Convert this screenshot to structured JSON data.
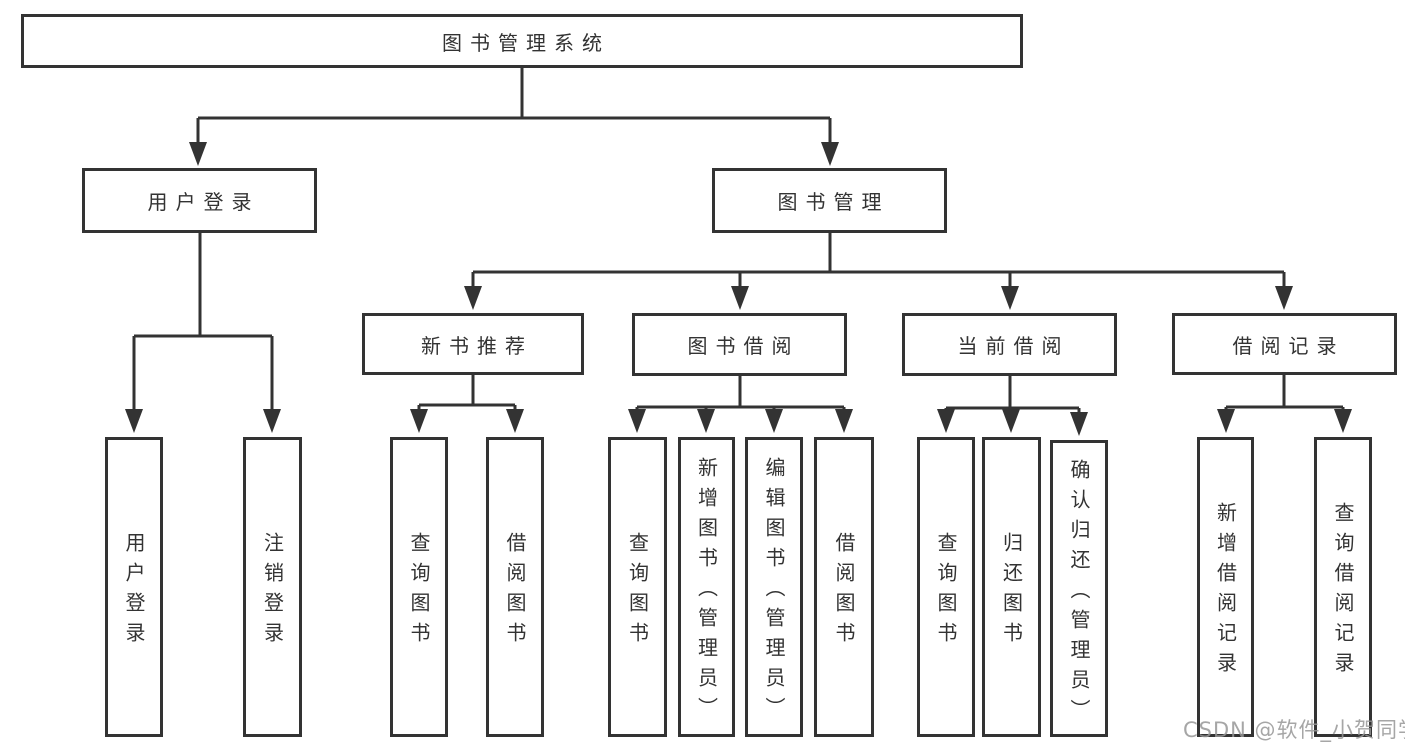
{
  "tree": {
    "root": {
      "label": "图书管理系统",
      "children": [
        {
          "label": "用户登录",
          "children": [
            {
              "label": "用户登录"
            },
            {
              "label": "注销登录"
            }
          ]
        },
        {
          "label": "图书管理",
          "children": [
            {
              "label": "新书推荐",
              "children": [
                {
                  "label": "查询图书"
                },
                {
                  "label": "借阅图书"
                }
              ]
            },
            {
              "label": "图书借阅",
              "children": [
                {
                  "label": "查询图书"
                },
                {
                  "label": "新增图书（管理员）"
                },
                {
                  "label": "编辑图书（管理员）"
                },
                {
                  "label": "借阅图书"
                }
              ]
            },
            {
              "label": "当前借阅",
              "children": [
                {
                  "label": "查询图书"
                },
                {
                  "label": "归还图书"
                },
                {
                  "label": "确认归还（管理员）"
                }
              ]
            },
            {
              "label": "借阅记录",
              "children": [
                {
                  "label": "新增借阅记录"
                },
                {
                  "label": "查询借阅记录"
                }
              ]
            }
          ]
        }
      ]
    }
  },
  "watermark": {
    "text": "CSDN @软件_小贺同学"
  },
  "colors": {
    "line": "#333333",
    "box_border": "#333333",
    "text": "#333333",
    "background": "#ffffff",
    "watermark": "#969696"
  }
}
